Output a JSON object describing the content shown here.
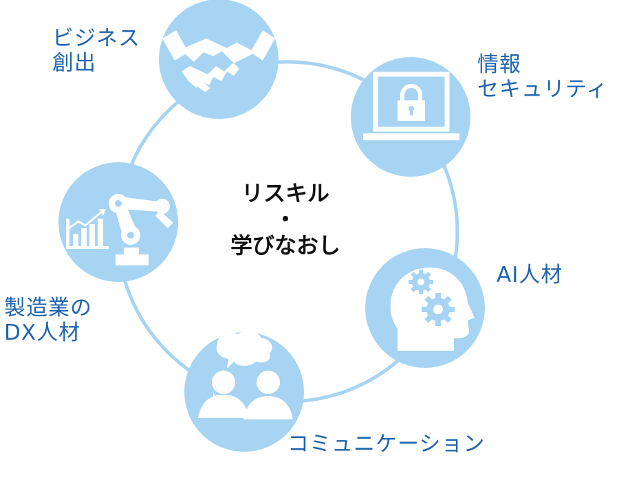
{
  "center": {
    "line1": "リスキル",
    "line2": "・",
    "line3": "学びなおし"
  },
  "nodes": {
    "business": {
      "line1": "ビジネス",
      "line2": "創出",
      "icon": "handshake-icon"
    },
    "security": {
      "line1": "情報",
      "line2": "セキュリティ",
      "icon": "laptop-lock-icon"
    },
    "ai": {
      "line1": "AI人材",
      "icon": "head-gears-icon"
    },
    "communication": {
      "line1": "コミュニケーション",
      "icon": "speech-people-icon"
    },
    "manufacturing": {
      "line1": "製造業の",
      "line2": "DX人材",
      "icon": "robot-arm-chart-icon"
    }
  },
  "colors": {
    "circle_fill": "#a6d4f2",
    "ring_stroke": "#a6d4f2",
    "label_text": "#1e64ae",
    "center_text": "#111111"
  }
}
